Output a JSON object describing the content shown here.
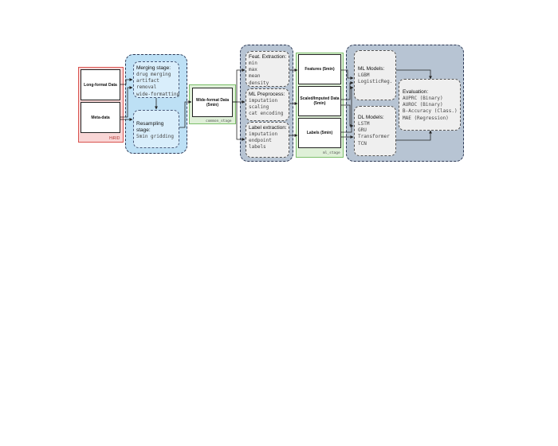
{
  "hirid": {
    "label": "HiRID",
    "long_format": "Long-format Data",
    "meta": "Meta-data"
  },
  "merging": {
    "title": "Merging stage:",
    "items": [
      "drug merging",
      "artifact",
      "removal",
      "wide-formatting"
    ]
  },
  "resampling": {
    "title": "Resampling stage:",
    "items": [
      "5min gridding"
    ]
  },
  "common_stage": {
    "label": "common_stage",
    "wide_format": "Wide-format Data (5min)"
  },
  "feature_extraction": {
    "title": "Feat. Extraction:",
    "items": [
      "min",
      "max",
      "mean",
      "density"
    ]
  },
  "ml_preprocess": {
    "title": "ML Preprocess:",
    "items": [
      "imputation",
      "scaling",
      "cat encoding"
    ]
  },
  "label_extraction": {
    "title": "Label extraction:",
    "items": [
      "imputation",
      "endpoint",
      "labels"
    ]
  },
  "ml_stage": {
    "label": "ml_stage",
    "features": "Features (5min)",
    "scaled": "Scaled/Imputed Data (5min)",
    "labels": "Labels (5min)"
  },
  "ml_models": {
    "title": "ML Models:",
    "items": [
      "LGBM",
      "LogisticReg."
    ]
  },
  "dl_models": {
    "title": "DL Models:",
    "items": [
      "LSTM",
      "GRU",
      "Transformer",
      "TCN"
    ]
  },
  "evaluation": {
    "title": "Evaluation:",
    "items": [
      "AUPRC (Binary)",
      "AUROC (Binary)",
      "B-Accuracy (Class.)",
      "MAE (Regression)"
    ]
  }
}
